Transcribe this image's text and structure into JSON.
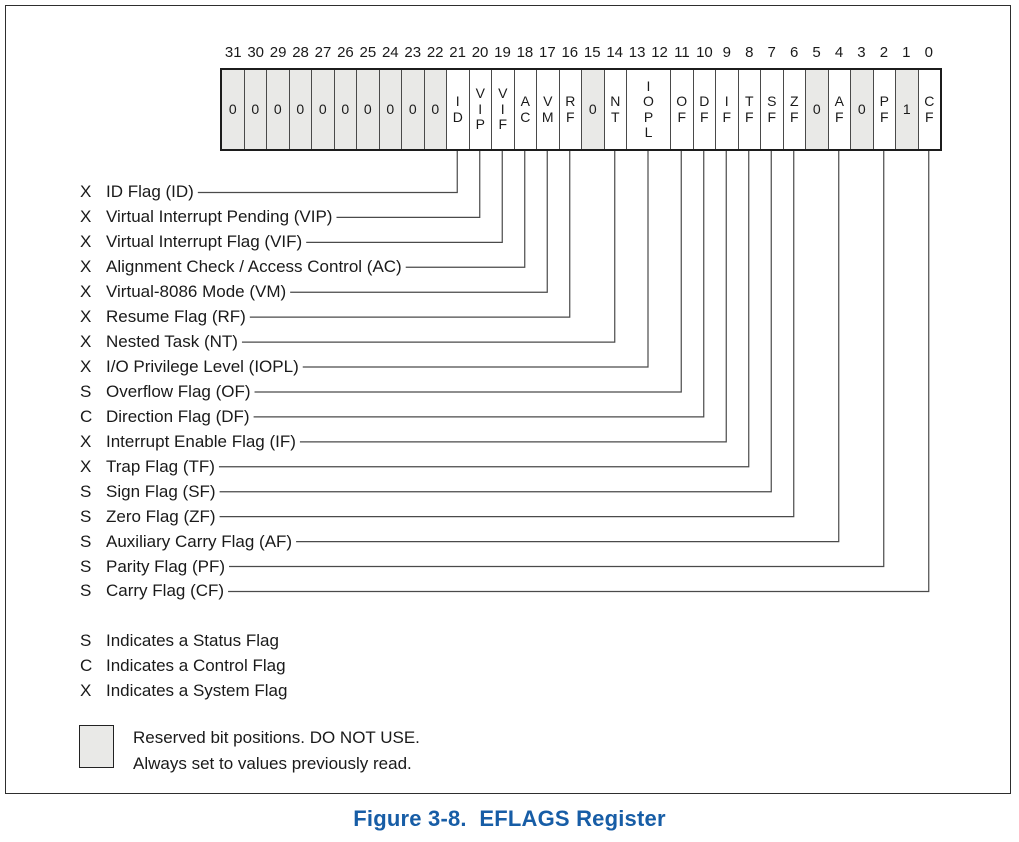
{
  "figure": {
    "caption": "Figure 3-8.  EFLAGS Register"
  },
  "colors": {
    "caption_blue": "#175da6",
    "reserved_gray": "#e9e9e7",
    "line_gray": "#4a4a4a",
    "border_black": "#1c1c1c"
  },
  "register": {
    "bit_numbers": [
      "31",
      "30",
      "29",
      "28",
      "27",
      "26",
      "25",
      "24",
      "23",
      "22",
      "21",
      "20",
      "19",
      "18",
      "17",
      "16",
      "15",
      "14",
      "13",
      "12",
      "11",
      "10",
      "9",
      "8",
      "7",
      "6",
      "5",
      "4",
      "3",
      "2",
      "1",
      "0"
    ],
    "cells": [
      {
        "bit": "31",
        "label": "0",
        "reserved": true,
        "span": 1
      },
      {
        "bit": "30",
        "label": "0",
        "reserved": true,
        "span": 1
      },
      {
        "bit": "29",
        "label": "0",
        "reserved": true,
        "span": 1
      },
      {
        "bit": "28",
        "label": "0",
        "reserved": true,
        "span": 1
      },
      {
        "bit": "27",
        "label": "0",
        "reserved": true,
        "span": 1
      },
      {
        "bit": "26",
        "label": "0",
        "reserved": true,
        "span": 1
      },
      {
        "bit": "25",
        "label": "0",
        "reserved": true,
        "span": 1
      },
      {
        "bit": "24",
        "label": "0",
        "reserved": true,
        "span": 1
      },
      {
        "bit": "23",
        "label": "0",
        "reserved": true,
        "span": 1
      },
      {
        "bit": "22",
        "label": "0",
        "reserved": true,
        "span": 1
      },
      {
        "bit": "21",
        "label": "ID",
        "reserved": false,
        "span": 1
      },
      {
        "bit": "20",
        "label": "VIP",
        "reserved": false,
        "span": 1
      },
      {
        "bit": "19",
        "label": "VIF",
        "reserved": false,
        "span": 1
      },
      {
        "bit": "18",
        "label": "AC",
        "reserved": false,
        "span": 1
      },
      {
        "bit": "17",
        "label": "VM",
        "reserved": false,
        "span": 1
      },
      {
        "bit": "16",
        "label": "RF",
        "reserved": false,
        "span": 1
      },
      {
        "bit": "15",
        "label": "0",
        "reserved": true,
        "span": 1
      },
      {
        "bit": "14",
        "label": "NT",
        "reserved": false,
        "span": 1
      },
      {
        "bit": "13-12",
        "label": "IOPL",
        "reserved": false,
        "span": 2
      },
      {
        "bit": "11",
        "label": "OF",
        "reserved": false,
        "span": 1
      },
      {
        "bit": "10",
        "label": "DF",
        "reserved": false,
        "span": 1
      },
      {
        "bit": "9",
        "label": "IF",
        "reserved": false,
        "span": 1
      },
      {
        "bit": "8",
        "label": "TF",
        "reserved": false,
        "span": 1
      },
      {
        "bit": "7",
        "label": "SF",
        "reserved": false,
        "span": 1
      },
      {
        "bit": "6",
        "label": "ZF",
        "reserved": false,
        "span": 1
      },
      {
        "bit": "5",
        "label": "0",
        "reserved": true,
        "span": 1
      },
      {
        "bit": "4",
        "label": "AF",
        "reserved": false,
        "span": 1
      },
      {
        "bit": "3",
        "label": "0",
        "reserved": true,
        "span": 1
      },
      {
        "bit": "2",
        "label": "PF",
        "reserved": false,
        "span": 1
      },
      {
        "bit": "1",
        "label": "1",
        "reserved": true,
        "span": 1
      },
      {
        "bit": "0",
        "label": "CF",
        "reserved": false,
        "span": 1
      }
    ]
  },
  "flags": [
    {
      "type": "X",
      "label": "ID Flag (ID)",
      "cell": "ID"
    },
    {
      "type": "X",
      "label": "Virtual Interrupt Pending (VIP)",
      "cell": "VIP"
    },
    {
      "type": "X",
      "label": "Virtual Interrupt Flag (VIF)",
      "cell": "VIF"
    },
    {
      "type": "X",
      "label": "Alignment Check / Access Control (AC)",
      "cell": "AC"
    },
    {
      "type": "X",
      "label": "Virtual-8086 Mode (VM)",
      "cell": "VM"
    },
    {
      "type": "X",
      "label": "Resume Flag (RF)",
      "cell": "RF"
    },
    {
      "type": "X",
      "label": "Nested Task (NT)",
      "cell": "NT"
    },
    {
      "type": "X",
      "label": "I/O Privilege Level (IOPL)",
      "cell": "IOPL"
    },
    {
      "type": "S",
      "label": "Overflow Flag (OF)",
      "cell": "OF"
    },
    {
      "type": "C",
      "label": "Direction Flag (DF)",
      "cell": "DF"
    },
    {
      "type": "X",
      "label": "Interrupt Enable Flag (IF)",
      "cell": "IF"
    },
    {
      "type": "X",
      "label": "Trap Flag (TF)",
      "cell": "TF"
    },
    {
      "type": "S",
      "label": "Sign Flag (SF)",
      "cell": "SF"
    },
    {
      "type": "S",
      "label": "Zero Flag (ZF)",
      "cell": "ZF"
    },
    {
      "type": "S",
      "label": "Auxiliary Carry Flag (AF)",
      "cell": "AF"
    },
    {
      "type": "S",
      "label": "Parity Flag (PF)",
      "cell": "PF"
    },
    {
      "type": "S",
      "label": "Carry Flag (CF)",
      "cell": "CF"
    }
  ],
  "legend": [
    {
      "symbol": "S",
      "text": "Indicates a Status Flag"
    },
    {
      "symbol": "C",
      "text": "Indicates a Control Flag"
    },
    {
      "symbol": "X",
      "text": "Indicates a System Flag"
    }
  ],
  "reserved_note": {
    "line1": "Reserved bit positions. DO NOT USE.",
    "line2": "Always set to values previously read."
  }
}
